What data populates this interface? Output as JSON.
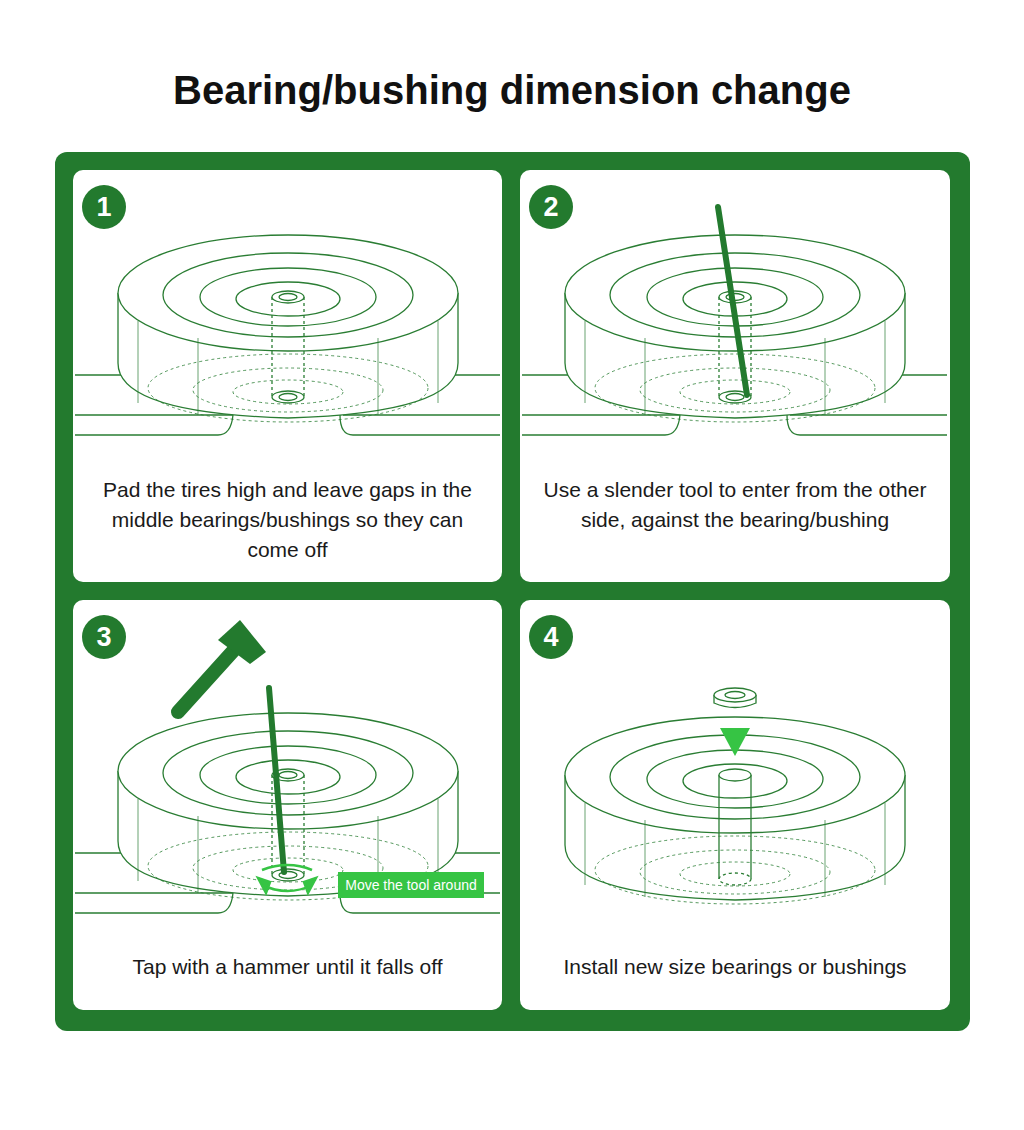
{
  "diagram": {
    "title": "Bearing/bushing dimension change",
    "nodes": [
      {
        "text": [
          "Pad the tires high and leave gaps in the middle bearings/bushings so they can come off"
        ]
      },
      {
        "text": [
          "1"
        ],
        "in": 0
      },
      {
        "text": [
          "Use a slender tool to enter from the other side, against the bearing/bushing"
        ]
      },
      {
        "text": [
          "2"
        ],
        "in": 2
      },
      {
        "text": [
          "Tap with a hammer until it falls off"
        ]
      },
      {
        "text": [
          "3"
        ],
        "in": 4
      },
      {
        "text": [
          "Move the tool around"
        ],
        "in": 4
      },
      {
        "text": [
          "Install new size bearings or bushings"
        ]
      },
      {
        "text": [
          "4"
        ],
        "in": 7
      }
    ]
  }
}
